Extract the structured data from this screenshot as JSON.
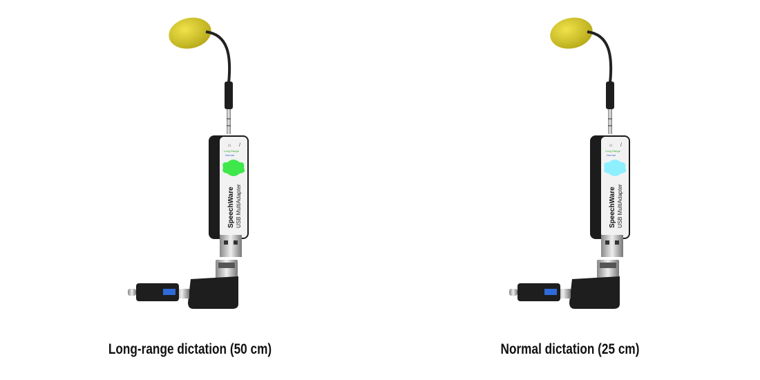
{
  "products": [
    {
      "caption": "Long-range dictation (50 cm)",
      "led_color": "#3ee84a",
      "device_labels": {
        "mode_1": "Long Range",
        "mode_2": "Normal",
        "brand": "SpeechWare",
        "model": "USB MultiAdapter"
      }
    },
    {
      "caption": "Normal dictation (25 cm)",
      "led_color": "#8ef0ff",
      "device_labels": {
        "mode_1": "Long Range",
        "mode_2": "Normal",
        "brand": "SpeechWare",
        "model": "USB MultiAdapter"
      }
    }
  ],
  "colors": {
    "mic_foam": "#dccd2a",
    "body_dark": "#1c1c1c",
    "body_light": "#f2f2f2"
  }
}
